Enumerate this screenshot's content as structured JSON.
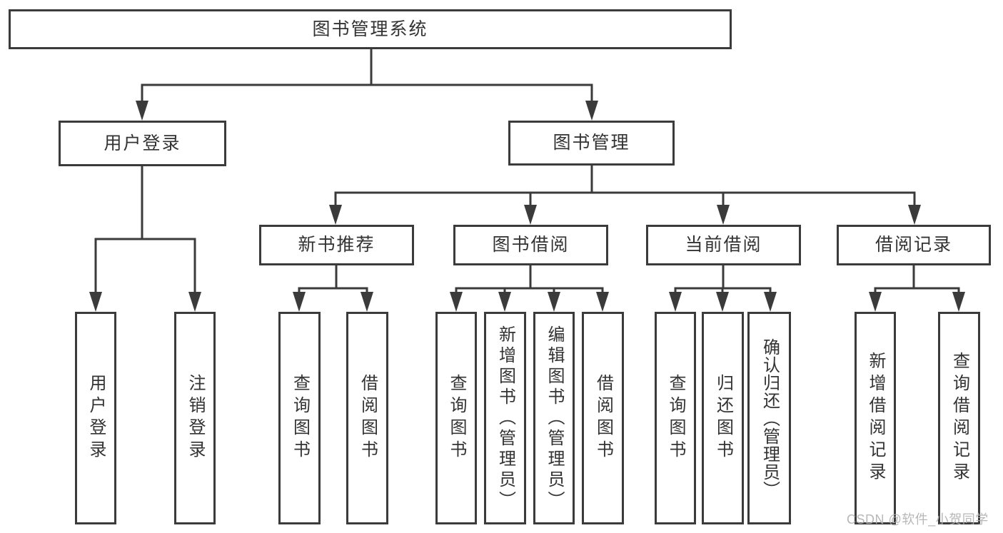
{
  "tree": {
    "label": "图书管理系统",
    "children": [
      {
        "label": "用户登录",
        "children": [
          {
            "label": "用户登录"
          },
          {
            "label": "注销登录"
          }
        ]
      },
      {
        "label": "图书管理",
        "children": [
          {
            "label": "新书推荐",
            "children": [
              {
                "label": "查询图书"
              },
              {
                "label": "借阅图书"
              }
            ]
          },
          {
            "label": "图书借阅",
            "children": [
              {
                "label": "查询图书"
              },
              {
                "label": "新增图书（管理员）"
              },
              {
                "label": "编辑图书（管理员）"
              },
              {
                "label": "借阅图书"
              }
            ]
          },
          {
            "label": "当前借阅",
            "children": [
              {
                "label": "查询图书"
              },
              {
                "label": "归还图书"
              },
              {
                "label": "确认归还（管理员）"
              }
            ]
          },
          {
            "label": "借阅记录",
            "children": [
              {
                "label": "新增借阅记录"
              },
              {
                "label": "查询借阅记录"
              }
            ]
          }
        ]
      }
    ]
  },
  "watermark": {
    "text": "CSDN @软件_小贺同学"
  },
  "colors": {
    "background": "#ffffff",
    "box_fill": "#ffffff",
    "line": "#3b3b3b",
    "text": "#333333",
    "watermark": "#b0b0b0"
  }
}
